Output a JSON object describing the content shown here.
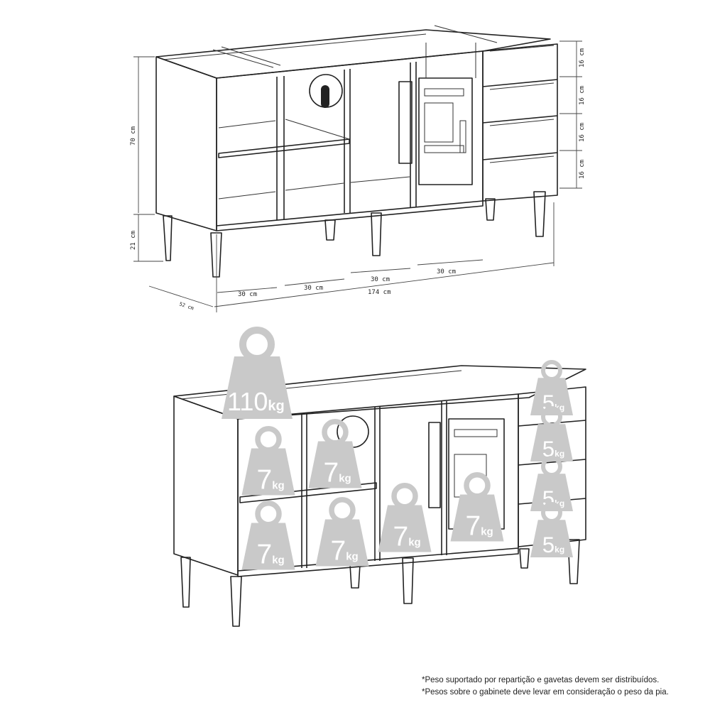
{
  "dimensions": {
    "height_body": "70 cm",
    "height_legs": "21 cm",
    "depth": "52 cm",
    "total_width": "174 cm",
    "module_widths": [
      "30 cm",
      "30 cm",
      "30 cm",
      "30 cm"
    ],
    "drawer_heights": [
      "16 cm",
      "16 cm",
      "16 cm",
      "16 cm"
    ]
  },
  "weights": {
    "top": {
      "value": "110",
      "unit": "kg"
    },
    "compartments": [
      {
        "value": "7",
        "unit": "kg"
      },
      {
        "value": "7",
        "unit": "kg"
      },
      {
        "value": "7",
        "unit": "kg"
      },
      {
        "value": "7",
        "unit": "kg"
      },
      {
        "value": "7",
        "unit": "kg"
      },
      {
        "value": "7",
        "unit": "kg"
      }
    ],
    "drawers": [
      {
        "value": "5",
        "unit": "kg"
      },
      {
        "value": "5",
        "unit": "kg"
      },
      {
        "value": "5",
        "unit": "kg"
      },
      {
        "value": "5",
        "unit": "kg"
      }
    ],
    "color": "#c9c9c9"
  },
  "notes": [
    "*Peso suportado por repartição e gavetas devem ser distribuídos.",
    "*Pesos sobre o gabinete deve levar em consideração o peso da pia."
  ]
}
